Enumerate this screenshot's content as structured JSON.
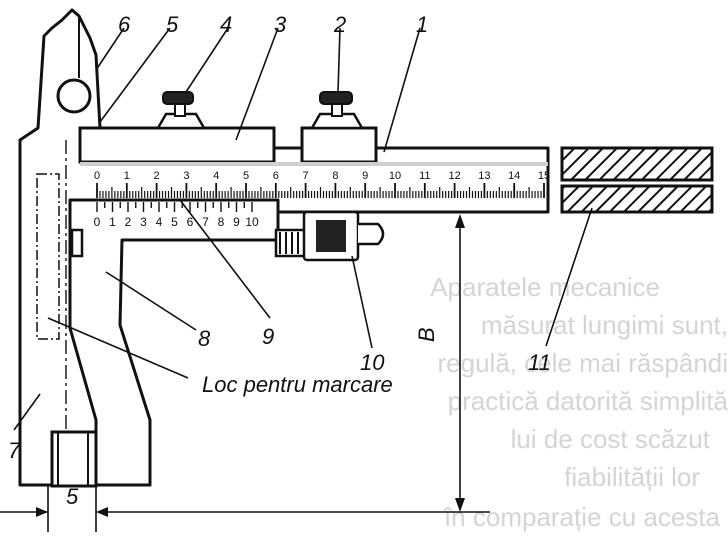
{
  "callouts": {
    "n1": "1",
    "n2": "2",
    "n3": "3",
    "n4": "4",
    "n5": "5",
    "n6": "6",
    "n7": "7",
    "n8": "8",
    "n9": "9",
    "n10": "10",
    "n11": "11",
    "marking": "Loc pentru marcare",
    "b_dim": "B",
    "width_dim": "5"
  },
  "main_scale": {
    "labels": [
      "0",
      "1",
      "2",
      "3",
      "4",
      "5",
      "6",
      "7",
      "8",
      "9",
      "10",
      "11",
      "12",
      "13",
      "14",
      "15"
    ]
  },
  "vernier_scale": {
    "labels": [
      "0",
      "1",
      "2",
      "3",
      "4",
      "5",
      "6",
      "7",
      "8",
      "9",
      "10"
    ]
  },
  "background_text": {
    "line1": "Aparatele mecanice",
    "line2": "măsurat lungimi sunt,",
    "line3": "regulă, cele mai răspândi",
    "line4": "practică datorită simplită",
    "line5": "lui de cost scăzut",
    "line6": "fiabilității lor",
    "line7": "în comparație cu acesta"
  },
  "colors": {
    "ink": "#111111",
    "background": "#ffffff",
    "faded": "#d4d4d4"
  }
}
